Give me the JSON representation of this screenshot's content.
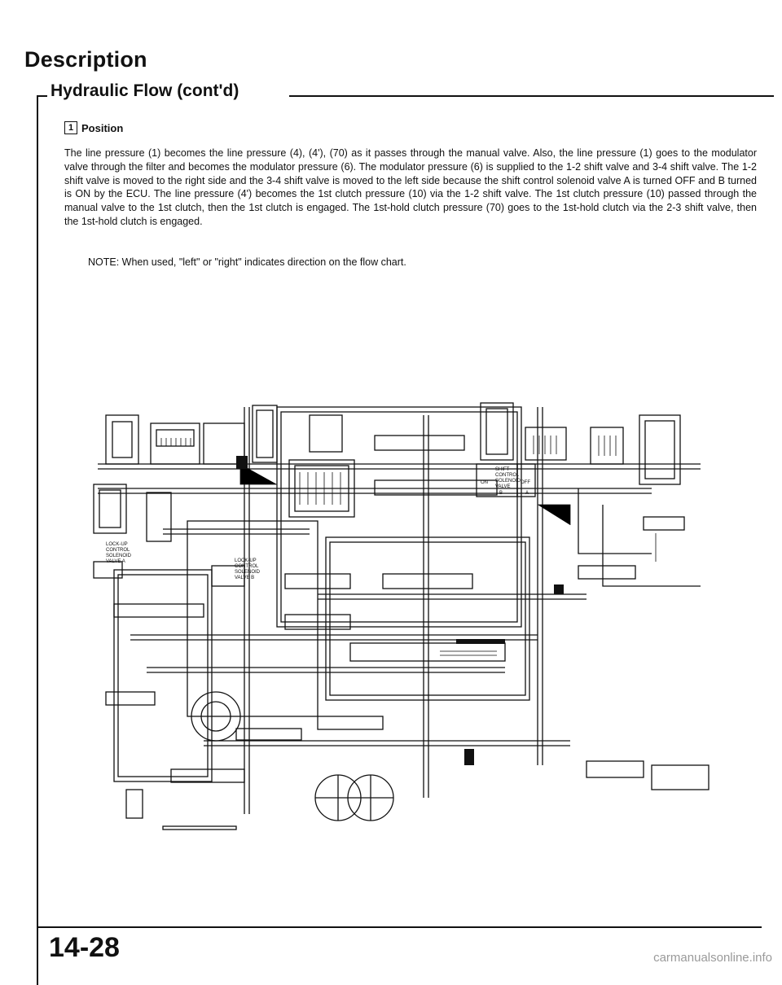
{
  "header": {
    "section_title": "Description",
    "subsection_title": "Hydraulic Flow (cont'd)"
  },
  "position": {
    "number": "1",
    "label": "Position"
  },
  "body": {
    "paragraph": "The line pressure (1) becomes the line pressure (4), (4'), (70) as it passes through the manual valve. Also, the line pressure (1) goes to the modulator valve through the filter and becomes the modulator pressure (6). The modulator pressure (6) is supplied to the 1-2 shift valve and 3-4 shift valve. The 1-2 shift valve is moved to the right side and the 3-4 shift valve is moved to the left side because the shift control solenoid valve A is turned OFF and B turned is ON by the ECU. The line pressure (4') becomes the 1st clutch pressure (10) via the 1-2 shift valve. The 1st clutch pressure (10) passed through the manual valve to the 1st clutch, then the 1st clutch is engaged. The 1st-hold clutch pressure (70) goes to the 1st-hold clutch via the 2-3 shift valve, then the 1st-hold clutch is engaged.",
    "note": "NOTE: When used, \"left\" or \"right\" indicates direction on the flow chart."
  },
  "diagram": {
    "labels": {
      "lockup_a": [
        "LOCK-UP",
        "CONTROL",
        "SOLENOID",
        "VALVE A"
      ],
      "lockup_b": [
        "LOCK-UP",
        "CONTROL",
        "SOLENOID",
        "VALVE B"
      ],
      "shift": [
        "SHIFT",
        "CONTROL",
        "SOLENOID",
        "VALVE"
      ],
      "on": "ON",
      "off": "OFF",
      "b": "B",
      "a": "A"
    }
  },
  "footer": {
    "page_number": "14-28",
    "watermark": "carmanualsonline.info"
  }
}
